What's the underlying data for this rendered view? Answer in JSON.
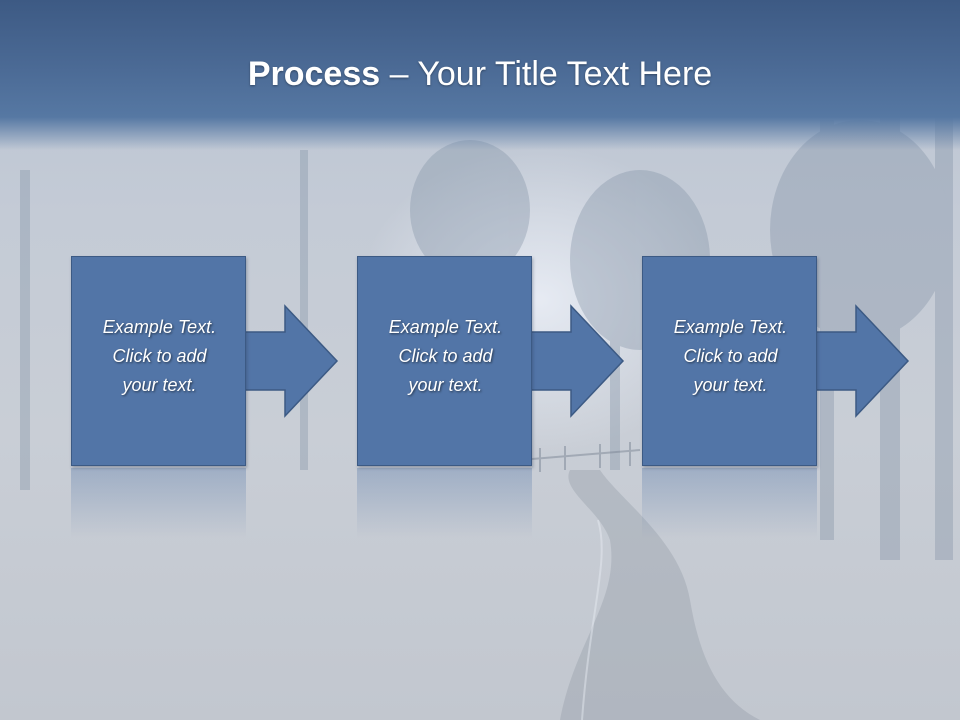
{
  "slide": {
    "title_bold": "Process",
    "title_rest": " – Your Title Text Here"
  },
  "steps": [
    {
      "text": "Example Text.\nClick  to add\nyour text."
    },
    {
      "text": "Example Text.\nClick  to add\nyour text."
    },
    {
      "text": "Example Text.\nClick  to add\nyour text."
    }
  ],
  "colors": {
    "title_band": "#4b6a95",
    "box_fill": "#5275a7",
    "box_border": "#3c5a84",
    "text": "#ffffff"
  },
  "icons": [
    "right-arrow-icon"
  ]
}
